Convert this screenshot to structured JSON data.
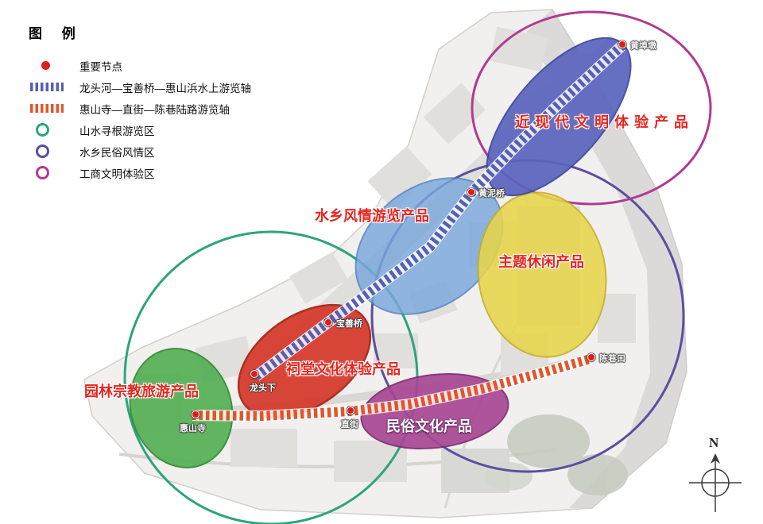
{
  "legend": {
    "title": "图 例",
    "items": [
      {
        "label": "重要节点",
        "color": "#dd1f1f"
      },
      {
        "label": "龙头河—宝善桥—惠山浜水上游览轴",
        "color": "#5560b5"
      },
      {
        "label": "惠山寺—直街—陈巷陆路游览轴",
        "color": "#e0562a"
      },
      {
        "label": "山水寻根游览区",
        "color": "#2ca47e"
      },
      {
        "label": "水乡民俗风情区",
        "color": "#5b4ea0"
      },
      {
        "label": "工商文明体验区",
        "color": "#b13a92"
      }
    ]
  },
  "map": {
    "product_labels": [
      {
        "label": "近现代文明体验产品",
        "color": "#e8251f"
      },
      {
        "label": "水乡风情游览产品",
        "color": "#e8251f"
      },
      {
        "label": "主题休闲产品",
        "color": "#e8251f"
      },
      {
        "label": "祠堂文化体验产品",
        "color": "#e8251f"
      },
      {
        "label": "园林宗教旅游产品",
        "color": "#e8251f"
      },
      {
        "label": "民俗文化产品",
        "color": "#ffffff"
      }
    ],
    "nodes": [
      "黄埠墩",
      "黄泥桥",
      "宝善桥",
      "龙头下",
      "惠山寺",
      "直街",
      "陈巷口"
    ],
    "compass_label": "N",
    "zone_colors": {
      "landscape_root_zone": "#2ca47e",
      "watertown_folk_zone": "#5b4ea0",
      "industry_civilization_zone": "#b13a92"
    },
    "axis_colors": {
      "water_axis": "#5560b5",
      "land_axis": "#e0562a"
    }
  }
}
